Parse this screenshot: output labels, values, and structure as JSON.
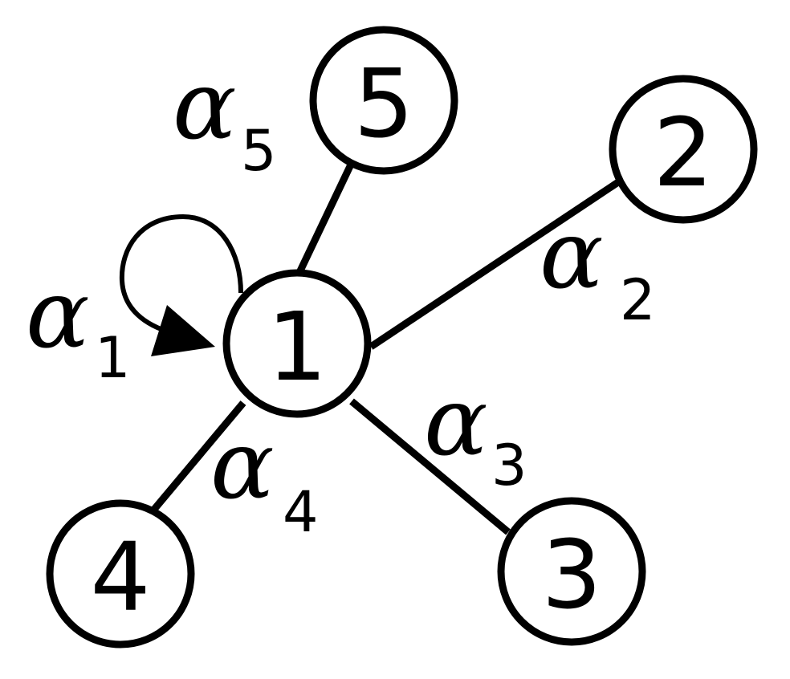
{
  "nodes": [
    {
      "id": "1",
      "label": "1"
    },
    {
      "id": "2",
      "label": "2"
    },
    {
      "id": "3",
      "label": "3"
    },
    {
      "id": "4",
      "label": "4"
    },
    {
      "id": "5",
      "label": "5"
    }
  ],
  "edges": [
    {
      "from": "1",
      "to": "1",
      "symbol": "α",
      "subscript": "1",
      "directed": true
    },
    {
      "from": "1",
      "to": "2",
      "symbol": "α",
      "subscript": "2"
    },
    {
      "from": "1",
      "to": "3",
      "symbol": "α",
      "subscript": "3"
    },
    {
      "from": "1",
      "to": "4",
      "symbol": "α",
      "subscript": "4"
    },
    {
      "from": "1",
      "to": "5",
      "symbol": "α",
      "subscript": "5"
    }
  ]
}
